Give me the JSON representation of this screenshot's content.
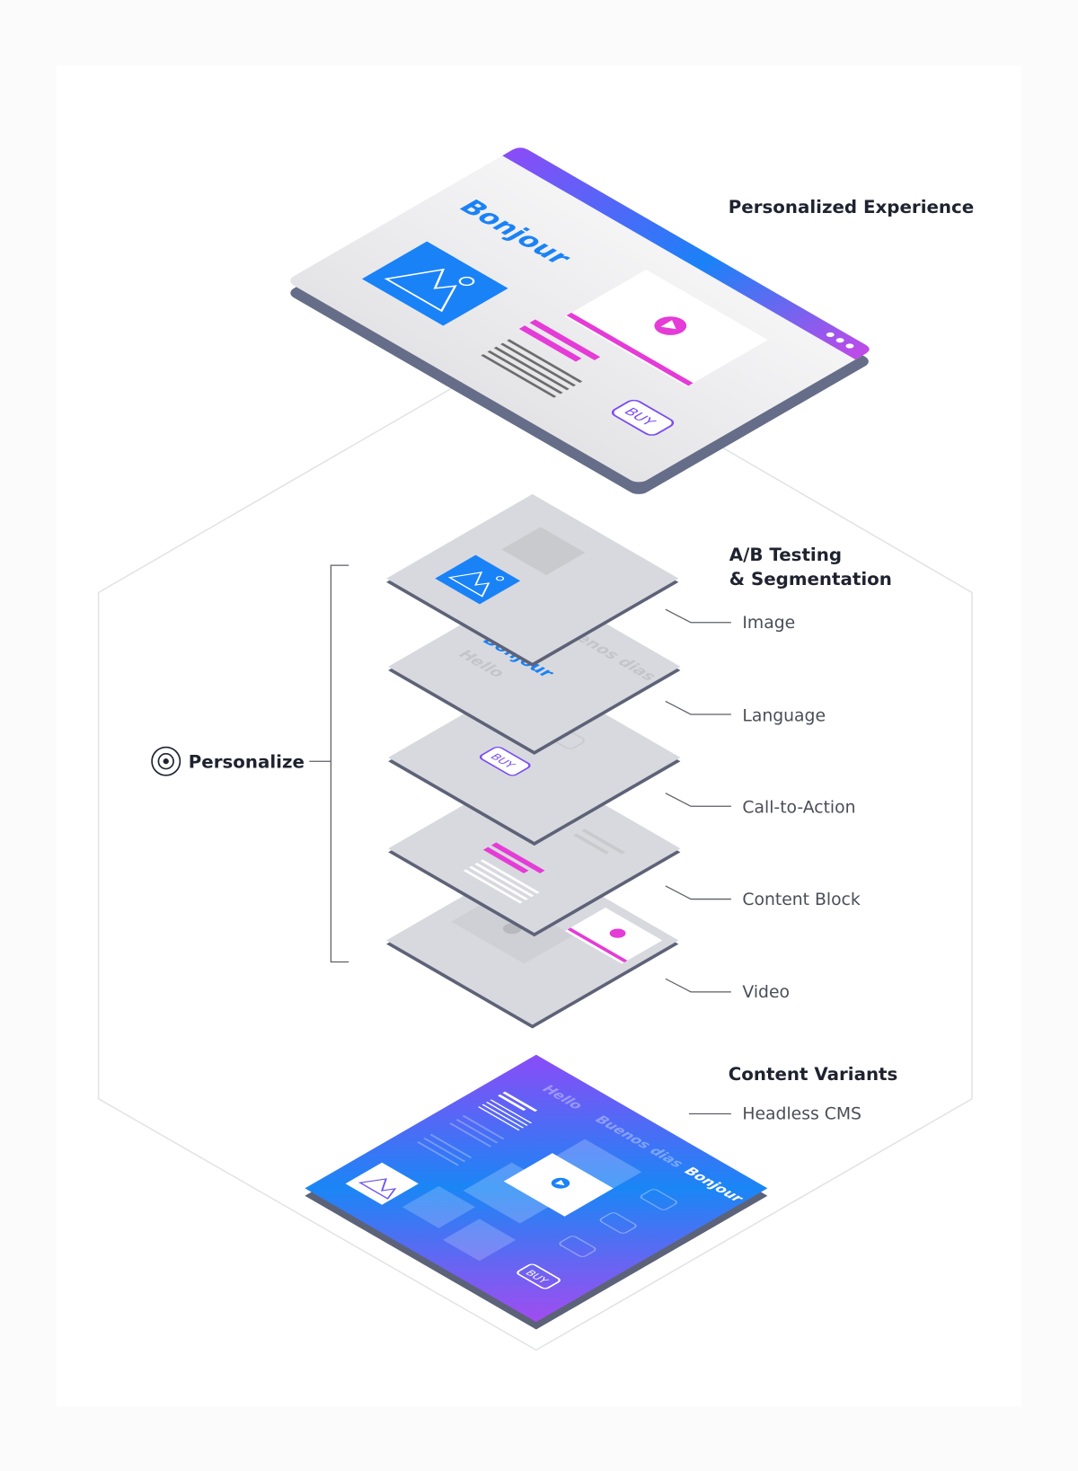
{
  "labels": {
    "personalized_experience": "Personalized Experience",
    "ab_testing_line1": "A/B Testing",
    "ab_testing_line2": "& Segmentation",
    "image": "Image",
    "language": "Language",
    "cta": "Call-to-Action",
    "content_block": "Content Block",
    "video": "Video",
    "content_variants": "Content Variants",
    "headless_cms": "Headless CMS",
    "personalize": "Personalize"
  },
  "slide_text": {
    "bonjour": "Bonjour",
    "hello": "Hello",
    "buenos_dias": "Buenos dias",
    "buy": "BUY"
  },
  "colors": {
    "blue": "#1a82f7",
    "magenta": "#e53bd7",
    "purple": "#8a4cf7",
    "layer_gray": "#d8d9de",
    "edge": "#6b7189"
  },
  "icons": [
    "target-icon",
    "mountain-image-icon",
    "play-icon",
    "buy-button-icon",
    "menu-dots-icon"
  ]
}
